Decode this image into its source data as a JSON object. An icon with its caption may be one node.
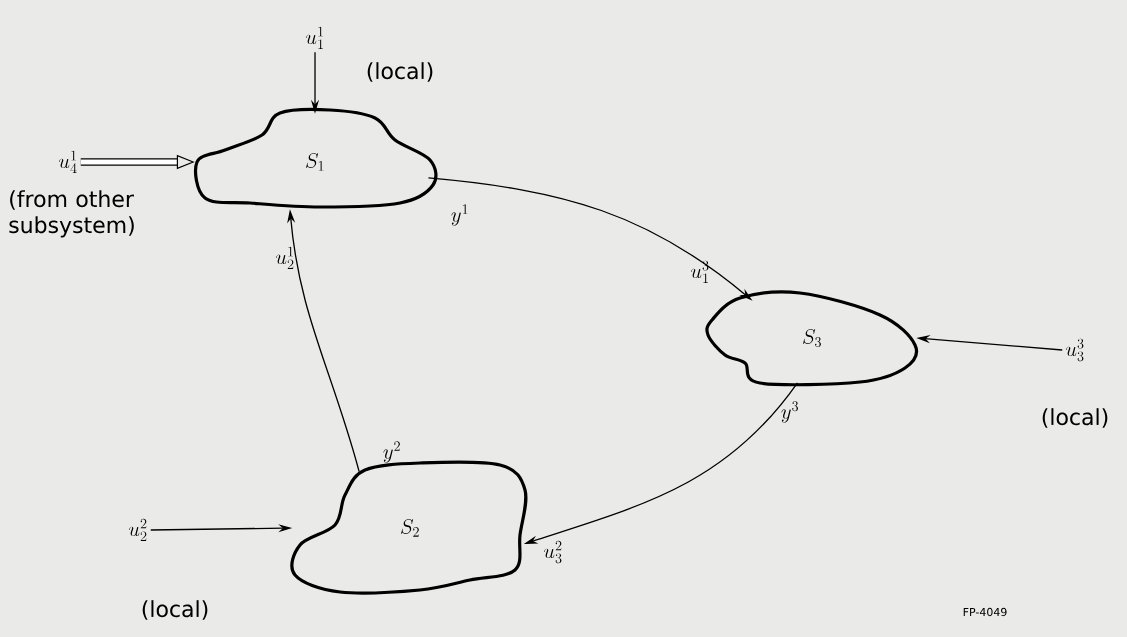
{
  "diagram": {
    "nodes": [
      {
        "text": [
          "S_{1}"
        ]
      },
      {
        "text": [
          "S_{3}"
        ]
      },
      {
        "text": [
          "S_{2}"
        ]
      },
      {
        "text": [
          "u^{1}_{1}"
        ]
      },
      {
        "text": [
          "u^{1}_{4}"
        ],
        "beside": [
          "(from other subsystem)"
        ]
      },
      {
        "text": [
          "u^{3}_{3}"
        ],
        "beside": [
          "(local)"
        ]
      },
      {
        "text": [
          "u^{2}_{2}"
        ],
        "beside": [
          "(local)"
        ]
      }
    ],
    "edges": [
      {
        "from": 3,
        "to": 0,
        "arrow": "to"
      },
      {
        "from": 4,
        "to": 0,
        "arrow": "to",
        "style": "thick"
      },
      {
        "from": 0,
        "to": 1,
        "arrow": "to"
      },
      {
        "from": 5,
        "to": 1,
        "arrow": "to"
      },
      {
        "from": 1,
        "to": 2,
        "arrow": "to"
      },
      {
        "from": 2,
        "to": 0,
        "arrow": "to"
      },
      {
        "from": 6,
        "to": 2,
        "arrow": "to"
      }
    ],
    "labels": [
      "(local)",
      "y^{1}",
      "u^{3}_{1}",
      "y^{3}",
      "y^{2}",
      "u^{1}_{2}",
      "u^{2}_{3}",
      "FP-4049"
    ]
  }
}
